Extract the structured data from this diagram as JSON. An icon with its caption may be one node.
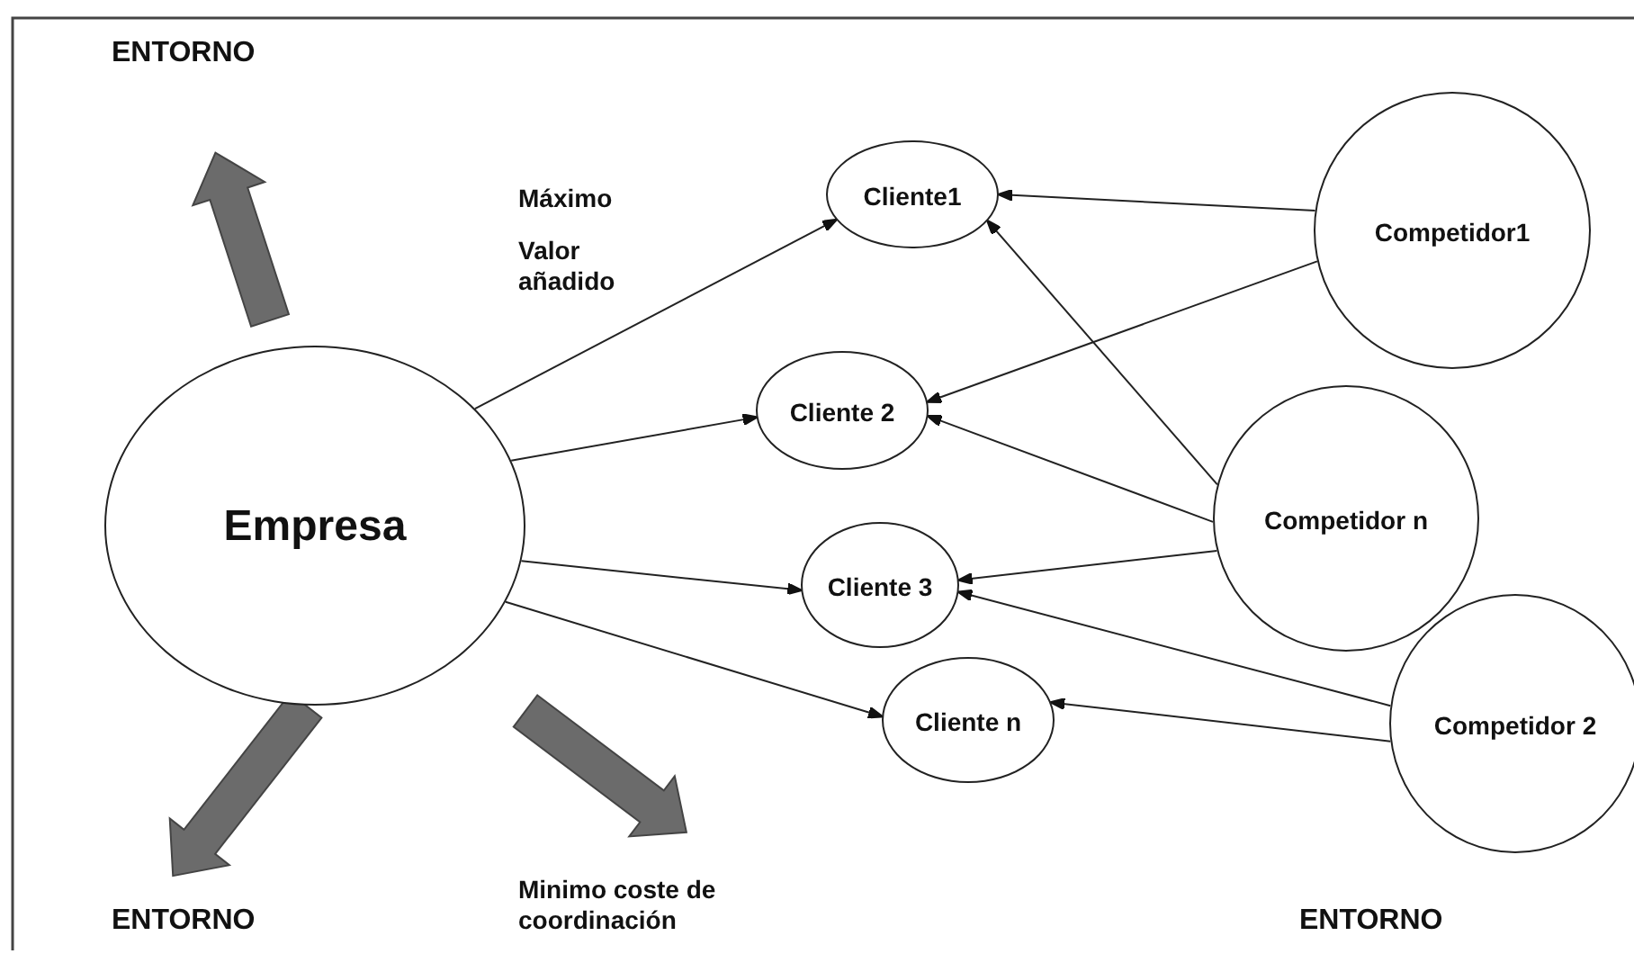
{
  "diagram": {
    "nodes": [
      {
        "text": [
          "Empresa"
        ]
      },
      {
        "text": [
          "Cliente1"
        ]
      },
      {
        "text": [
          "Cliente 2"
        ]
      },
      {
        "text": [
          "Cliente 3"
        ]
      },
      {
        "text": [
          "Cliente n"
        ]
      },
      {
        "text": [
          "Competidor1"
        ]
      },
      {
        "text": [
          "Competidor n"
        ]
      },
      {
        "text": [
          "Competidor 2"
        ]
      }
    ],
    "edges": [
      {
        "from": 0,
        "to": 1,
        "arrow": "to"
      },
      {
        "from": 0,
        "to": 2,
        "arrow": "to"
      },
      {
        "from": 0,
        "to": 3,
        "arrow": "to"
      },
      {
        "from": 0,
        "to": 4,
        "arrow": "to"
      },
      {
        "from": 5,
        "to": 1,
        "arrow": "to"
      },
      {
        "from": 5,
        "to": 2,
        "arrow": "to"
      },
      {
        "from": 6,
        "to": 1,
        "arrow": "to"
      },
      {
        "from": 6,
        "to": 2,
        "arrow": "to"
      },
      {
        "from": 6,
        "to": 3,
        "arrow": "to"
      },
      {
        "from": 7,
        "to": 3,
        "arrow": "to"
      },
      {
        "from": 7,
        "to": 4,
        "arrow": "to"
      }
    ],
    "labels": [
      "ENTORNO",
      "Máximo",
      "Valor añadido",
      "ENTORNO",
      "Minimo coste de coordinación",
      "ENTORNO"
    ]
  }
}
